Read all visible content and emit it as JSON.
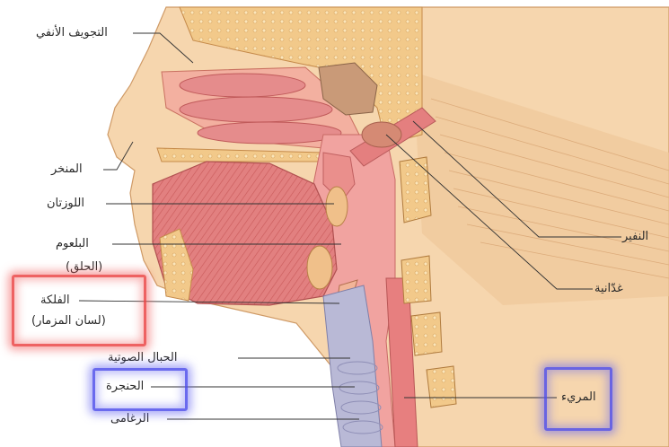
{
  "labels": {
    "nasal_cavity": "التجويف الأنفي",
    "nostril": "المنخر",
    "tonsils": "اللوزتان",
    "pharynx": "البلعوم",
    "pharynx_alt": "(الحلق)",
    "epiglottis": "الفلكة",
    "epiglottis_alt": "(لسان المزمار)",
    "vocal_cords": "الحبال الصوتية",
    "larynx": "الحنجرة",
    "trachea": "الرغامى",
    "nasopharynx": "النفير",
    "adenoids": "غدّانية",
    "esophagus": "المريء"
  },
  "highlights": {
    "red": "#e84646",
    "blue": "#5050eb"
  }
}
